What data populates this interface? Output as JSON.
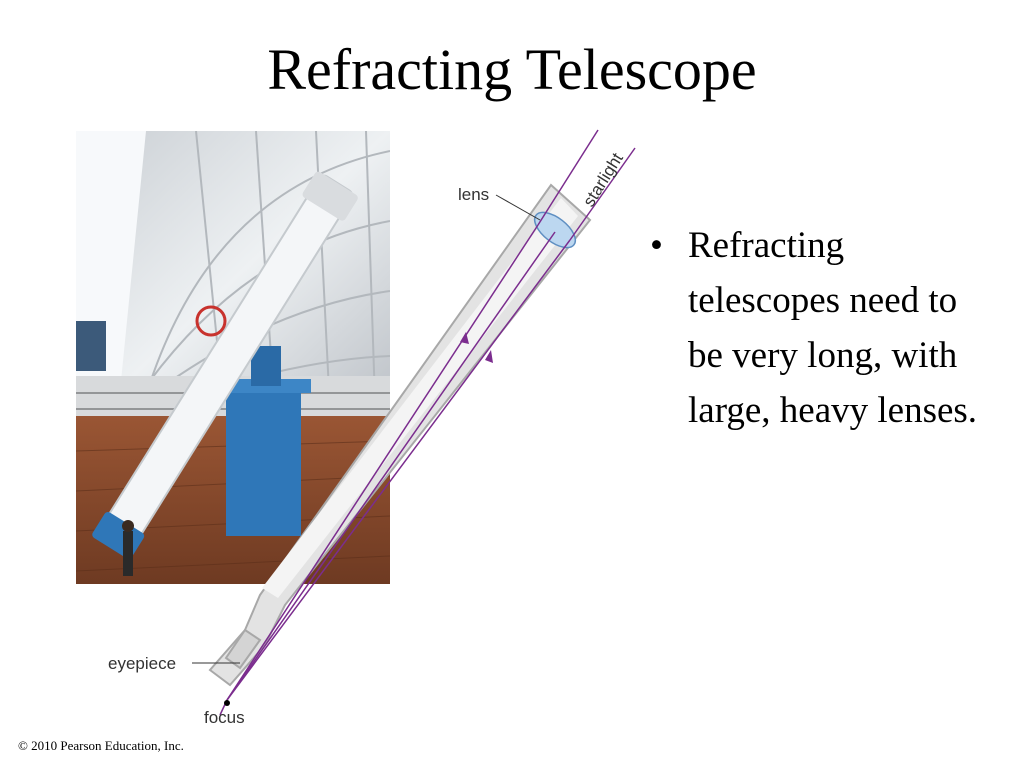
{
  "slide": {
    "title": "Refracting Telescope",
    "bullet": "Refracting telescopes need to be very long, with large, heavy lenses.",
    "copyright": "© 2010 Pearson Education, Inc."
  },
  "diagram": {
    "labels": {
      "lens": "lens",
      "starlight": "starlight",
      "eyepiece": "eyepiece",
      "focus": "focus"
    },
    "colors": {
      "light_rays": "#7b2d8e",
      "tube_fill": "#e3e3e3",
      "tube_stroke": "#a8a8a8",
      "lens_fill": "#bcd7f0"
    }
  },
  "photo": {
    "colors": {
      "dome": "#e9ecee",
      "telescope_tube": "#f4f6f8",
      "pier": "#2f77b8",
      "floor": "#8b4a2c"
    }
  }
}
